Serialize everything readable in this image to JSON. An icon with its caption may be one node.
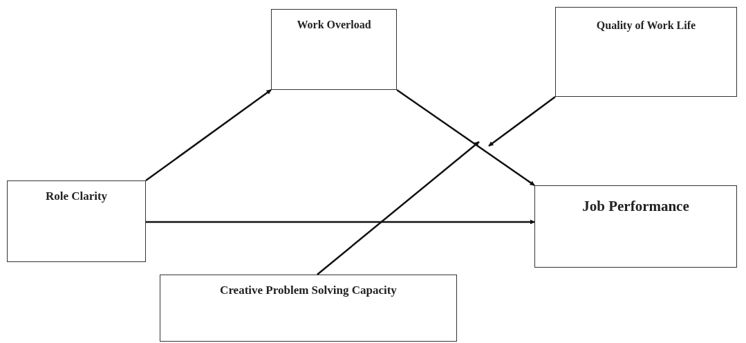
{
  "diagram": {
    "nodes": [
      {
        "text": [
          "Work Overload"
        ]
      },
      {
        "text": [
          "Quality of Work Life"
        ]
      },
      {
        "text": [
          "Role Clarity"
        ]
      },
      {
        "text": [
          "Job Performance"
        ]
      },
      {
        "text": [
          "Creative Problem Solving Capacity"
        ]
      }
    ],
    "edges": [
      {
        "from": 2,
        "to": 0,
        "arrow": "to"
      },
      {
        "from": 0,
        "to": 3,
        "arrow": "to"
      },
      {
        "from": 2,
        "to": 3,
        "arrow": "to"
      },
      {
        "from": 1,
        "to": null,
        "arrow": "to"
      },
      {
        "from": 4,
        "to": null,
        "arrow": "to"
      }
    ]
  }
}
